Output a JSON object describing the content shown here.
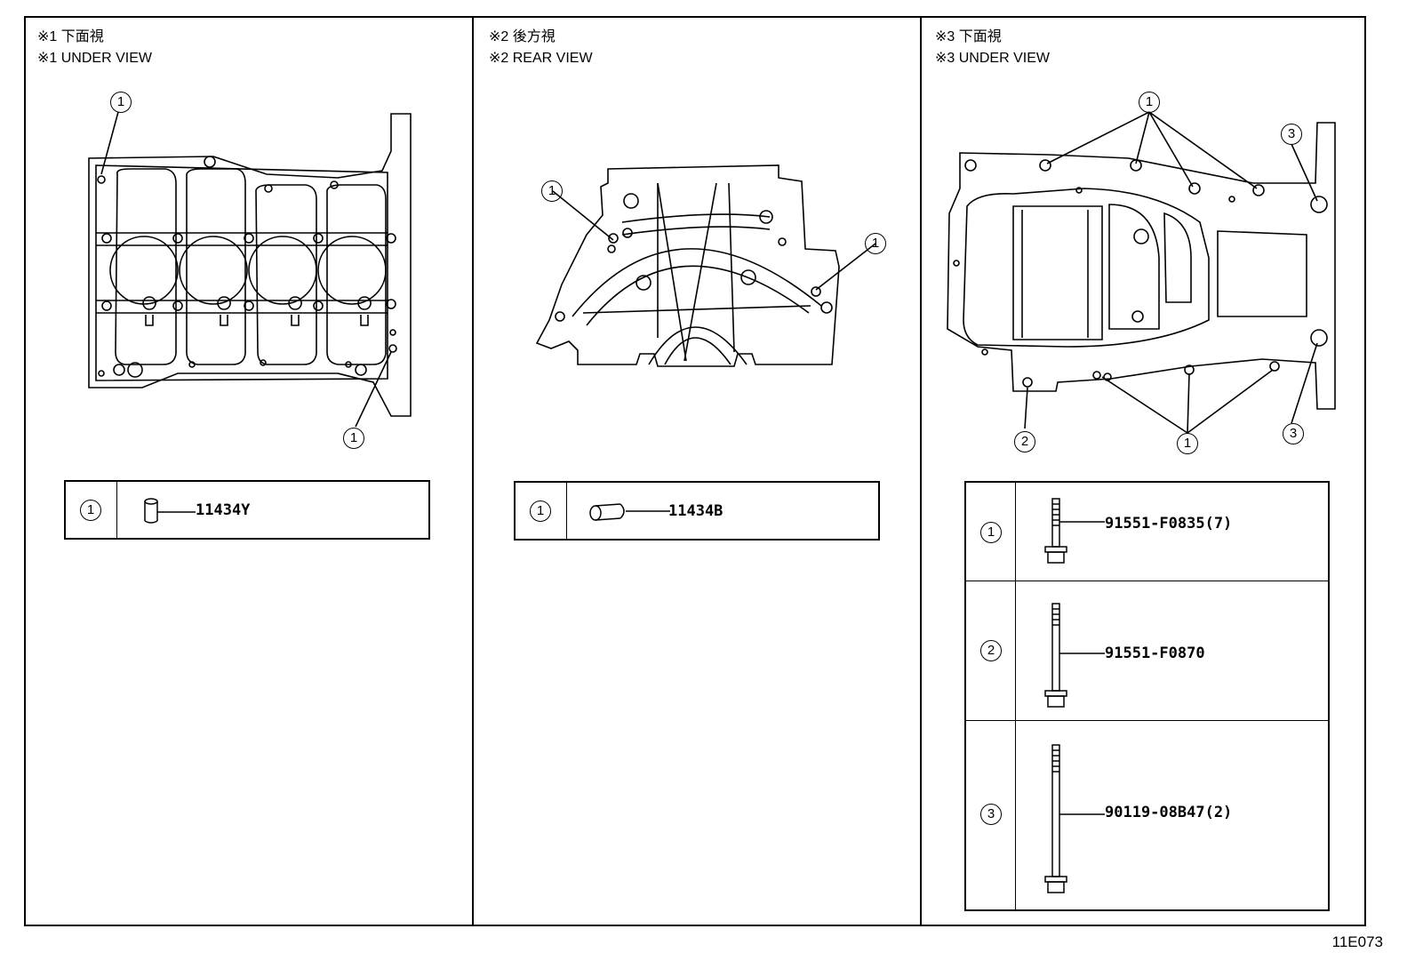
{
  "panels": [
    {
      "jp_caption": "※1 下面視",
      "en_caption": "※1 UNDER VIEW",
      "parts": [
        {
          "key": "1",
          "part_number": "11434Y"
        }
      ]
    },
    {
      "jp_caption": "※2 後方視",
      "en_caption": "※2 REAR VIEW",
      "parts": [
        {
          "key": "1",
          "part_number": "11434B"
        }
      ]
    },
    {
      "jp_caption": "※3 下面視",
      "en_caption": "※3 UNDER VIEW",
      "parts": [
        {
          "key": "1",
          "part_number": "91551-F0835(7)"
        },
        {
          "key": "2",
          "part_number": "91551-F0870"
        },
        {
          "key": "3",
          "part_number": "90119-08B47(2)"
        }
      ]
    }
  ],
  "callouts": {
    "one": "1",
    "two": "2",
    "three": "3"
  },
  "figure_code": "11E073"
}
